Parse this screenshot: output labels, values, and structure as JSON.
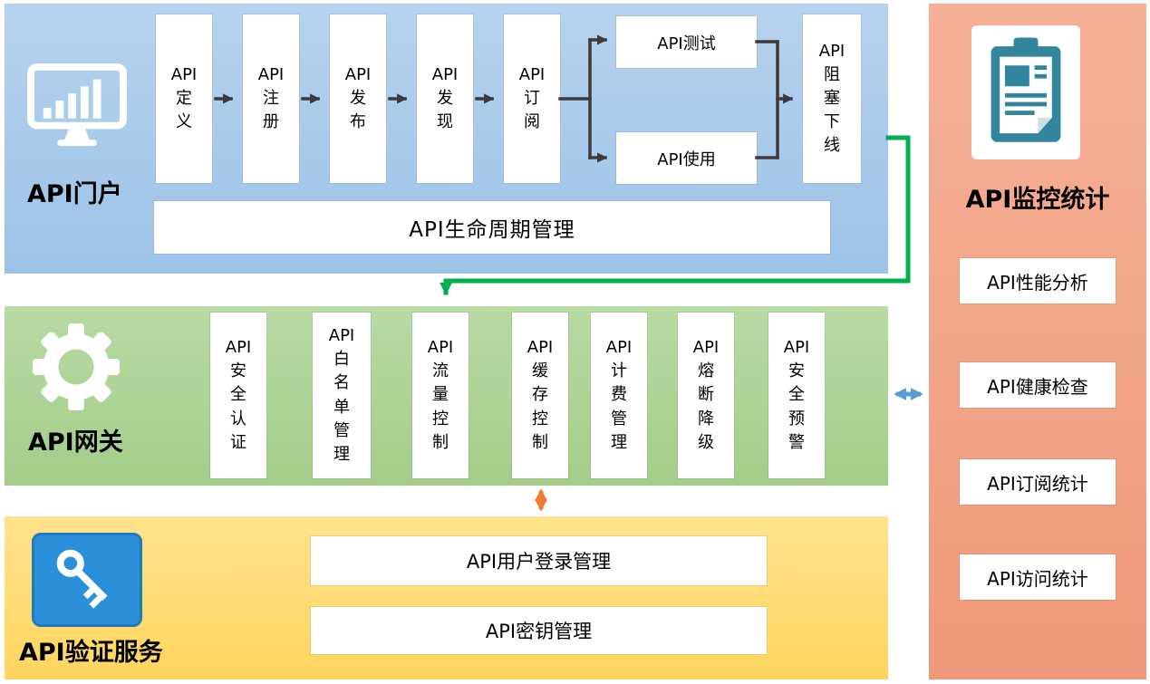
{
  "diagram": {
    "portal": {
      "title": "API门户",
      "flow_steps": [
        {
          "label": "API\n定\n义"
        },
        {
          "label": "API\n注\n册"
        },
        {
          "label": "API\n发\n布"
        },
        {
          "label": "API\n发\n现"
        },
        {
          "label": "API\n订\n阅"
        }
      ],
      "branch_steps": [
        {
          "label": "API测试"
        },
        {
          "label": "API使用"
        }
      ],
      "final_step": {
        "label": "API\n阻\n塞\n下\n线"
      },
      "lifecycle": "API生命周期管理"
    },
    "gateway": {
      "title": "API网关",
      "features": [
        {
          "label": "API\n安\n全\n认\n证"
        },
        {
          "label": "API\n白\n名\n单\n管\n理"
        },
        {
          "label": "API\n流\n量\n控\n制"
        },
        {
          "label": "API\n缓\n存\n控\n制"
        },
        {
          "label": "API\n计\n费\n管\n理"
        },
        {
          "label": "API\n熔\n断\n降\n级"
        },
        {
          "label": "API\n安\n全\n预\n警"
        }
      ]
    },
    "auth_service": {
      "title": "API验证服务",
      "features": [
        {
          "label": "API用户登录管理"
        },
        {
          "label": "API密钥管理"
        }
      ]
    },
    "monitoring": {
      "title": "API监控统计",
      "features": [
        {
          "label": "API性能分析"
        },
        {
          "label": "API健康检查"
        },
        {
          "label": "API订阅统计"
        },
        {
          "label": "API访问统计"
        }
      ]
    },
    "colors": {
      "portal_bg": "#9EC4E8",
      "gateway_bg": "#A9D18E",
      "auth_bg": "#FFD966",
      "monitoring_bg": "#F2A183",
      "flow_arrow": "#3B3B3B",
      "green_arrow": "#00B050",
      "orange_arrow": "#ED7D31",
      "blue_arrow": "#5B9BD5",
      "key_icon_bg": "#2B8FD9",
      "clipboard_icon": "#31859C"
    }
  }
}
